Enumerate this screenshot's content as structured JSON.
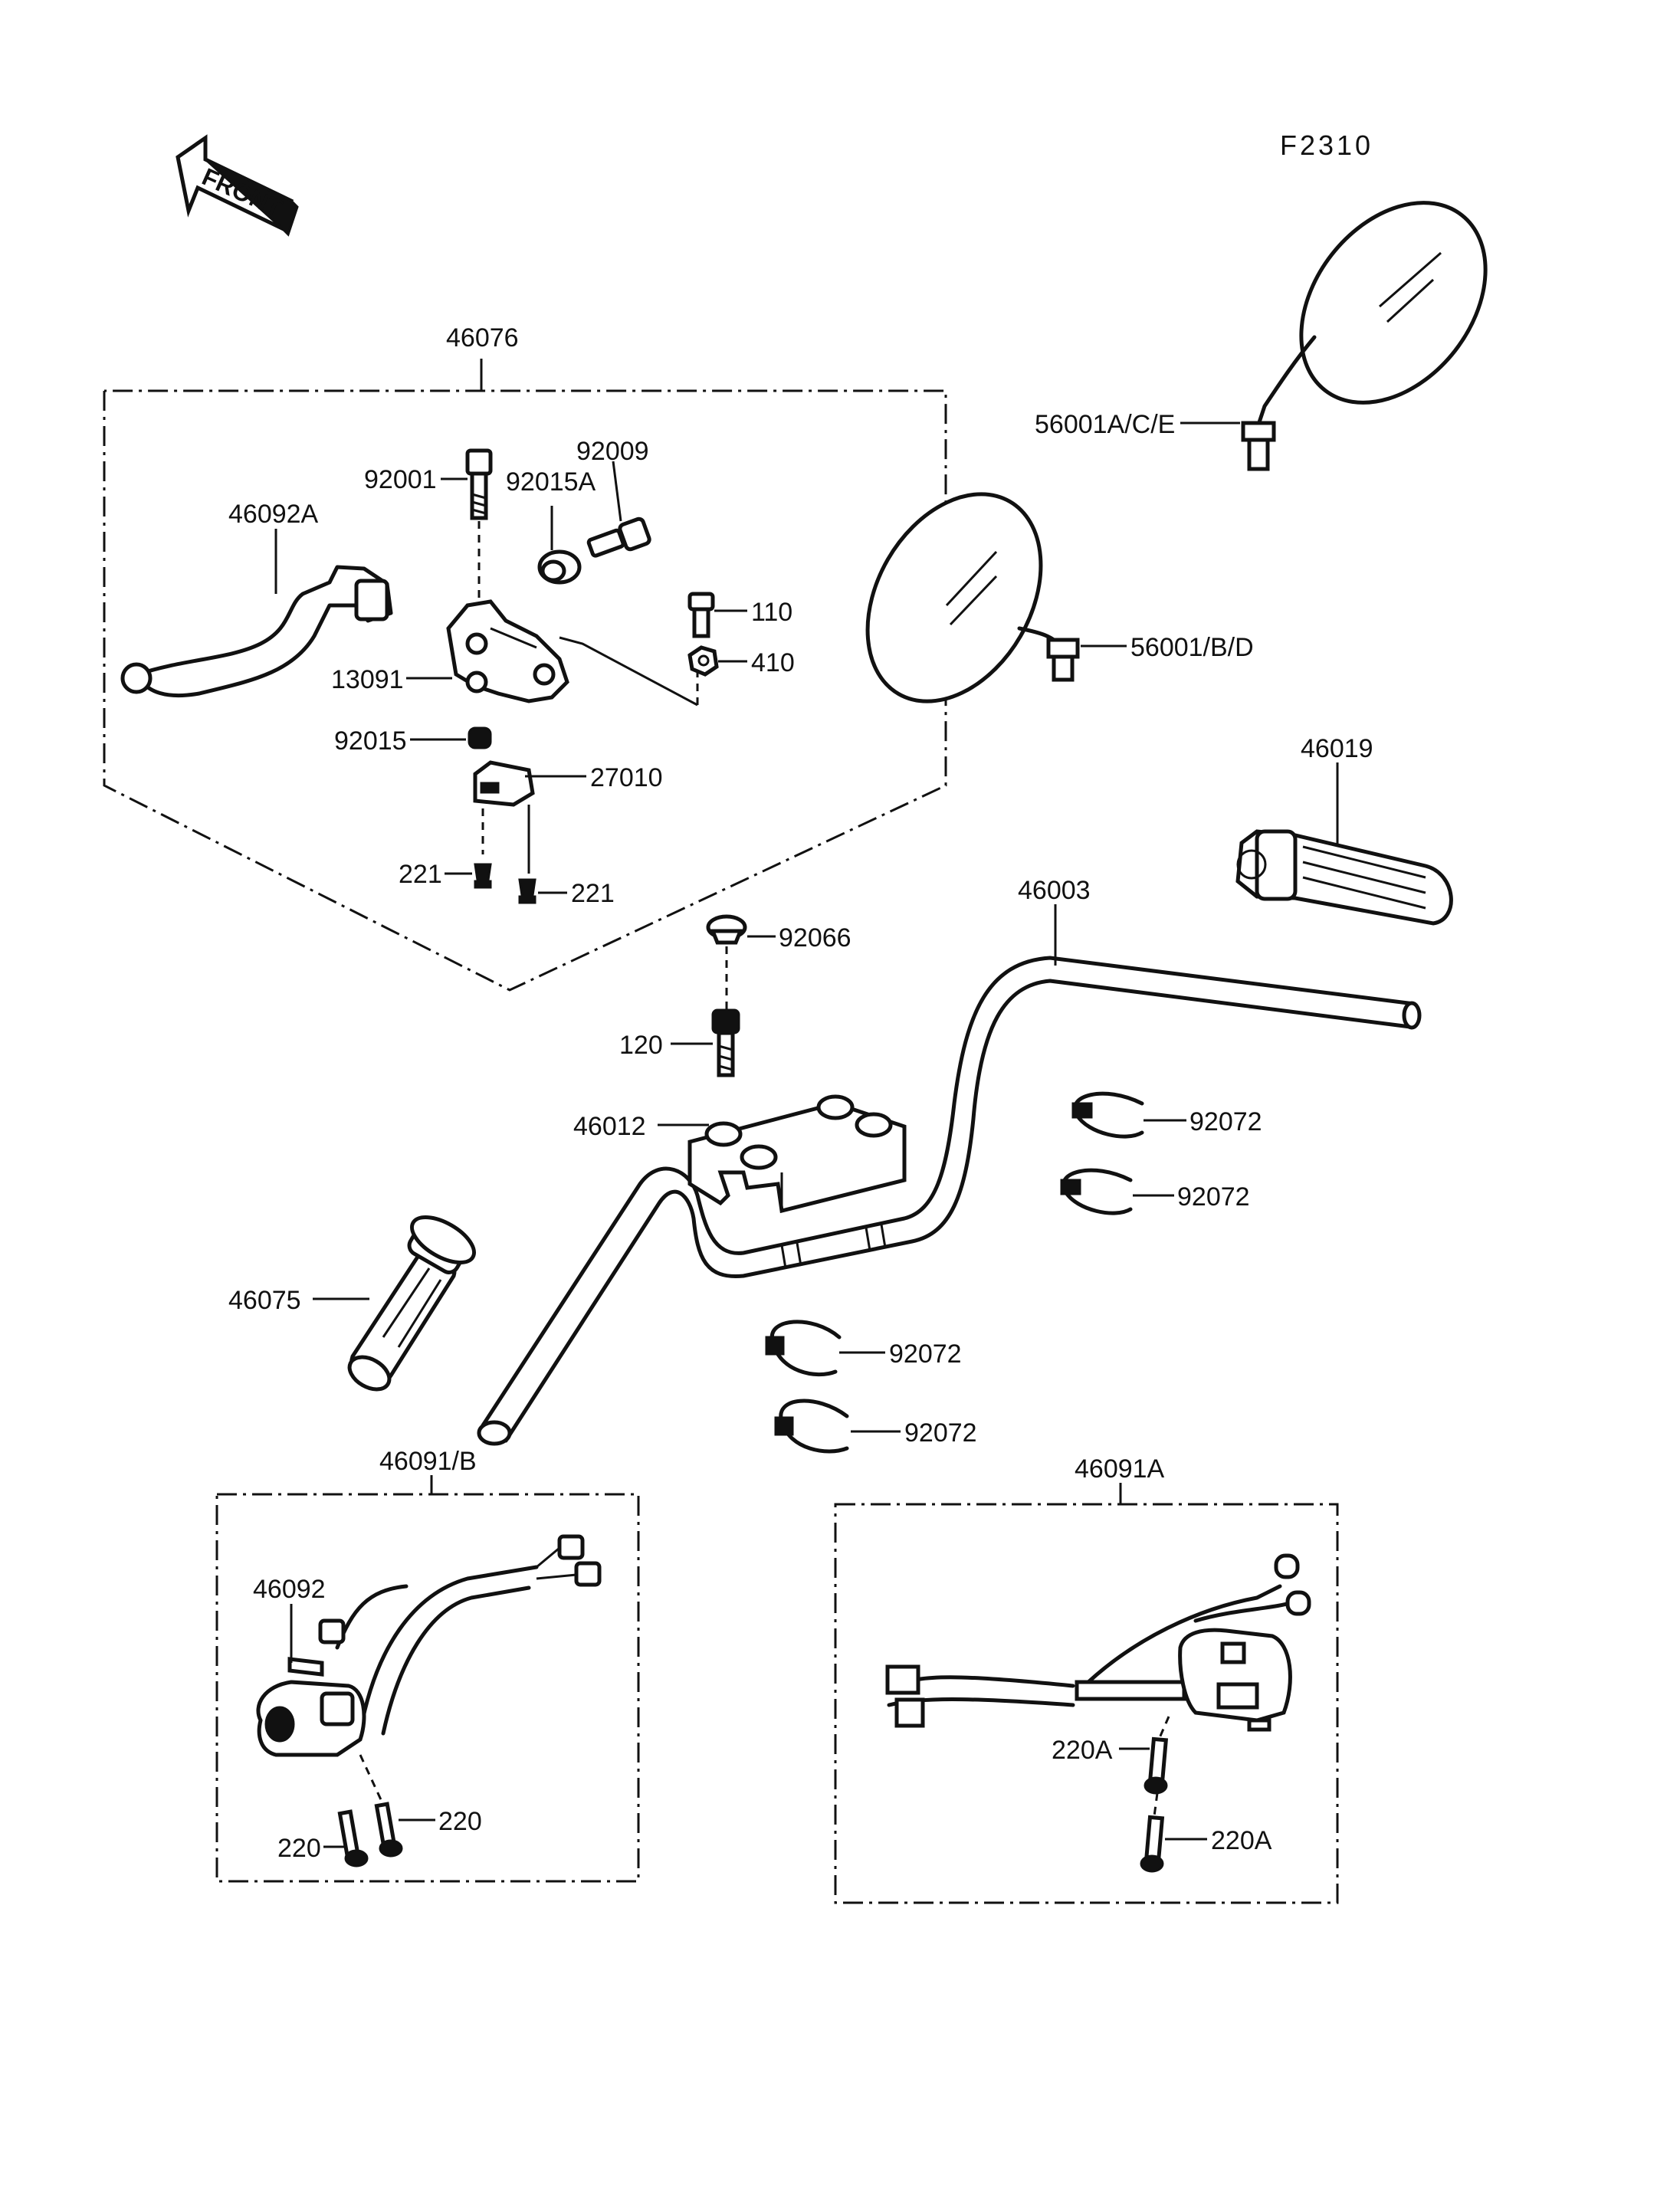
{
  "figure_code": "F2310",
  "front_label": "FRONT",
  "callouts": {
    "clutch_lever_assy": "46076",
    "lever": "46092A",
    "bolt_92001": "92001",
    "adjuster_nut": "92015A",
    "adjuster": "92009",
    "bolt_110": "110",
    "nut_410": "410",
    "holder": "13091",
    "nut_92015": "92015",
    "switch_27010": "27010",
    "screw_221_left": "221",
    "screw_221_right": "221",
    "mirror_left": "56001A/C/E",
    "mirror_right": "56001/B/D",
    "grip_right": "46019",
    "handlebar": "46003",
    "cap": "92066",
    "bolt_120": "120",
    "bar_holder": "46012",
    "clamp_1": "92072",
    "clamp_2": "92072",
    "clamp_3": "92072",
    "clamp_4": "92072",
    "grip_left": "46075",
    "switch_left_assy": "46091/B",
    "bracket_46092": "46092",
    "screw_220_right": "220",
    "screw_220_left": "220",
    "switch_right_assy": "46091A",
    "screw_220a_top": "220A",
    "screw_220a_bottom": "220A"
  },
  "colors": {
    "ink": "#111111",
    "paper": "#ffffff"
  }
}
